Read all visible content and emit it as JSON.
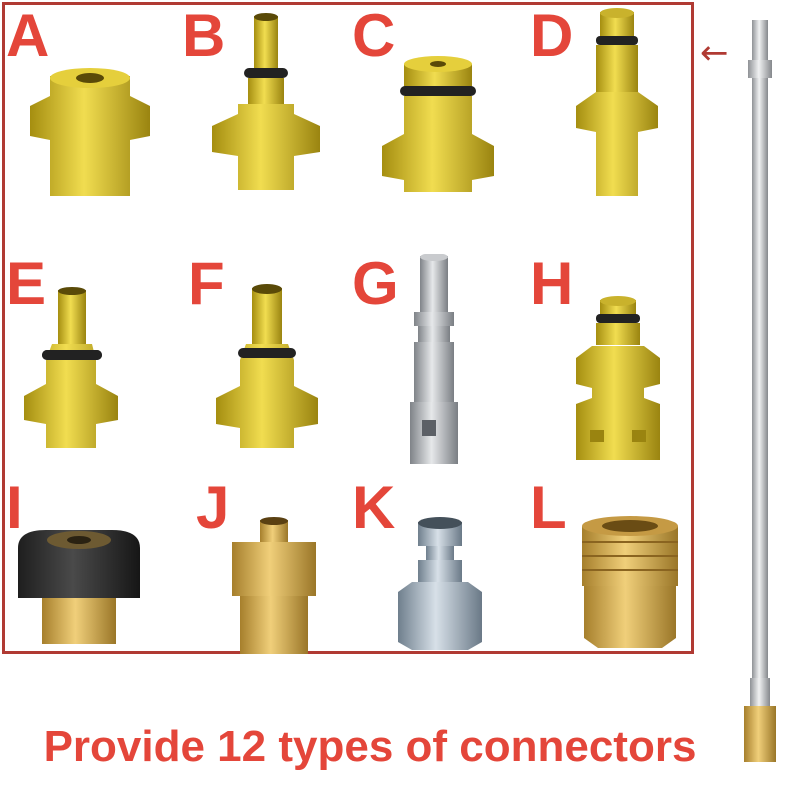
{
  "connectors": [
    {
      "letter": "A",
      "finish": "gold"
    },
    {
      "letter": "B",
      "finish": "gold"
    },
    {
      "letter": "C",
      "finish": "gold"
    },
    {
      "letter": "D",
      "finish": "gold"
    },
    {
      "letter": "E",
      "finish": "gold"
    },
    {
      "letter": "F",
      "finish": "gold"
    },
    {
      "letter": "G",
      "finish": "steel"
    },
    {
      "letter": "H",
      "finish": "gold"
    },
    {
      "letter": "I",
      "finish": "black-brass"
    },
    {
      "letter": "J",
      "finish": "brass"
    },
    {
      "letter": "K",
      "finish": "zinc"
    },
    {
      "letter": "L",
      "finish": "brass"
    }
  ],
  "caption": "Provide 12 types of connectors",
  "arrow_glyph": "←",
  "colors": {
    "label_red": "#e4463a",
    "frame_red": "#b03a33",
    "gold": "#d8c22a",
    "brass": "#c9a248",
    "steel": "#b9bcc0"
  }
}
